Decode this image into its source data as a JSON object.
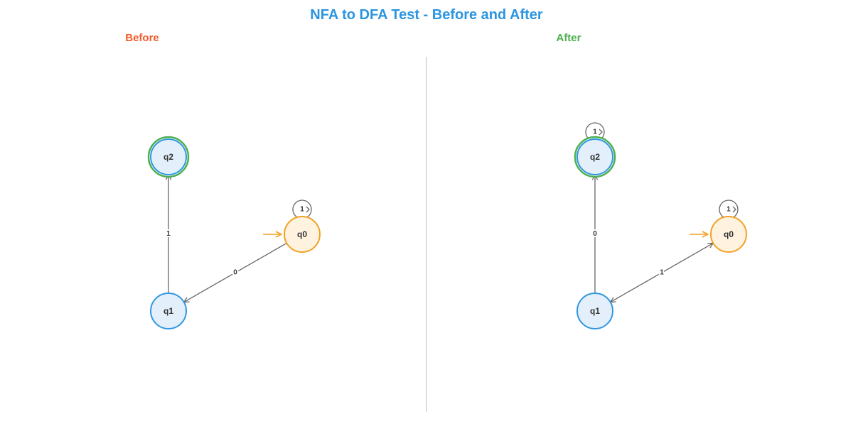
{
  "title": "NFA to DFA Test - Before and After",
  "colors": {
    "title": "#2b95e0",
    "before_title": "#f25c2a",
    "after_title": "#4caf50",
    "state_fill": "#e3f0fb",
    "state_stroke": "#3197e0",
    "start_fill": "#fff3e0",
    "start_stroke": "#f2a125",
    "accept_ring": "#4caf50",
    "edge": "#666666",
    "label": "#333333"
  },
  "before": {
    "title": "Before",
    "start_state": "q0",
    "accept_states": [
      "q2"
    ],
    "states": [
      "q0",
      "q1",
      "q2"
    ],
    "transitions": [
      {
        "from": "q0",
        "to": "q0",
        "symbol": "1"
      },
      {
        "from": "q0",
        "to": "q1",
        "symbol": "0"
      },
      {
        "from": "q1",
        "to": "q2",
        "symbol": "1"
      }
    ]
  },
  "after": {
    "title": "After",
    "start_state": "q0",
    "accept_states": [
      "q2"
    ],
    "states": [
      "q0",
      "q1",
      "q2"
    ],
    "transitions": [
      {
        "from": "q0",
        "to": "q0",
        "symbol": "1"
      },
      {
        "from": "q2",
        "to": "q2",
        "symbol": "1"
      },
      {
        "from": "q0",
        "to": "q1",
        "symbol": "1"
      },
      {
        "from": "q1",
        "to": "q0",
        "symbol": "1"
      },
      {
        "from": "q1",
        "to": "q2",
        "symbol": "0"
      }
    ]
  }
}
